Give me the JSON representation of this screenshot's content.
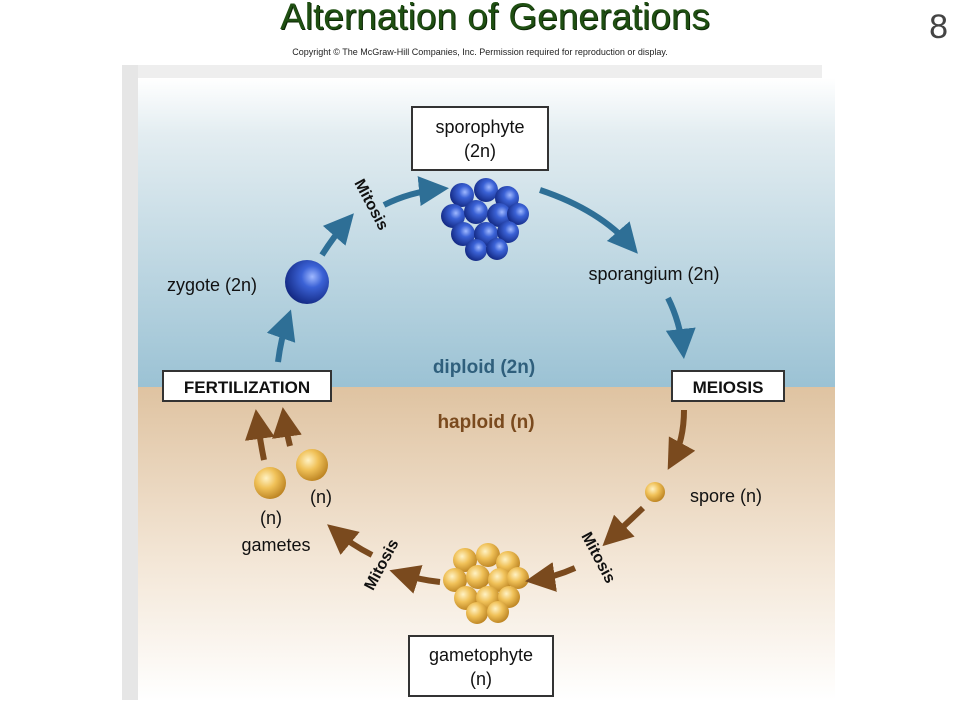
{
  "slide": {
    "title": "Alternation of Generations",
    "number": "8",
    "copyright": "Copyright © The McGraw-Hill Companies, Inc. Permission required for reproduction or display."
  },
  "diagram": {
    "sporophyte_line1": "sporophyte",
    "sporophyte_line2": "(2n)",
    "sporangium": "sporangium (2n)",
    "meiosis": "MEIOSIS",
    "diploid": "diploid (2n)",
    "haploid": "haploid (n)",
    "spore": "spore (n)",
    "mitosis_right": "Mitosis",
    "gametophyte_line1": "gametophyte",
    "gametophyte_line2": "(n)",
    "mitosis_bottom_left": "Mitosis",
    "gamete_n1": "(n)",
    "gamete_n2": "(n)",
    "gametes": "gametes",
    "fertilization": "FERTILIZATION",
    "zygote": "zygote (2n)",
    "mitosis_top_left": "Mitosis"
  },
  "colors": {
    "title_green": "#1f4f12",
    "diploid_arrow": "#2e6f96",
    "haploid_arrow": "#7a4a1e",
    "blue_cell": "#1c3f9a",
    "gold_cell": "#e8b447"
  }
}
